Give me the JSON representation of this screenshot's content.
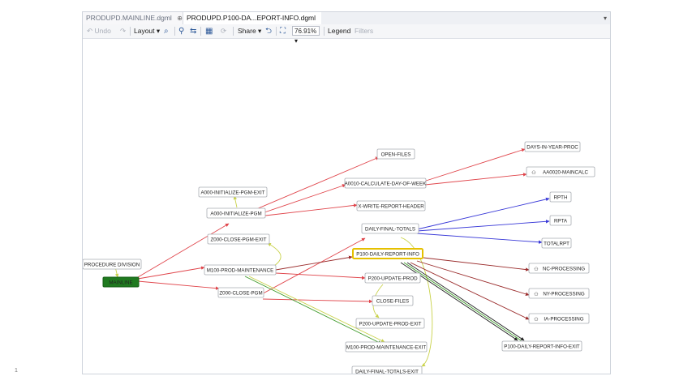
{
  "tabs": [
    {
      "label": "PRODUPD.MAINLINE.dgml",
      "pin_icon": "pin-icon",
      "close_icon": "close-icon"
    },
    {
      "label": "PRODUPD.P100-DA...EPORT-INFO.dgml"
    }
  ],
  "toolbar": {
    "undo_label": "Undo",
    "layout_label": "Layout",
    "share_label": "Share",
    "zoom_value": "76.91%",
    "legend_label": "Legend",
    "filters_label": "Filters"
  },
  "colors": {
    "red_edge": "#e0454b",
    "dark_red_edge": "#9a2b2b",
    "blue_edge": "#3a3ad8",
    "green_edge": "#3d9a2a",
    "yellow_edge": "#c9d24a",
    "black_edge": "#222222",
    "mainline_fill": "#1f7a1f",
    "selected_border": "#e5c000"
  },
  "nodes": {
    "procedure_division": "PROCEDURE DIVISION",
    "mainline": "MAINLINE",
    "a000_exit": "A000-INITIALIZE-PGM-EXIT",
    "a000": "A000-INITIALIZE-PGM",
    "z000_exit": "Z000-CLOSE-PGM-EXIT",
    "m100": "M100-PROD-MAINTENANCE",
    "z000": "Z000-CLOSE-PGM",
    "open_files": "OPEN-FILES",
    "a0010": "A0010-CALCULATE-DAY-OF-WEEK",
    "x_write": "X-WRITE-REPORT-HEADER",
    "daily_final": "DAILY-FINAL-TOTALS",
    "p100": "P100-DAILY-REPORT-INFO",
    "p200": "P200-UPDATE-PROD",
    "close_files": "CLOSE-FILES",
    "p200_exit": "P200-UPDATE-PROD-EXIT",
    "m100_exit": "M100-PROD-MAINTENANCE-EXIT",
    "daily_final_exit": "DAILY-FINAL-TOTALS-EXIT",
    "days_in_year": "DAYS-IN-YEAR-PROC",
    "aa0020": "AA0020-MAINCALC",
    "rpth": "RPTH",
    "rpta": "RPTA",
    "totalrpt": "TOTALRPT",
    "nc": "NC-PROCESSING",
    "ny": "NY-PROCESSING",
    "ia": "IA-PROCESSING",
    "p100_exit": "P100-DAILY-REPORT-INFO-EXIT"
  },
  "ruler_label": "1"
}
